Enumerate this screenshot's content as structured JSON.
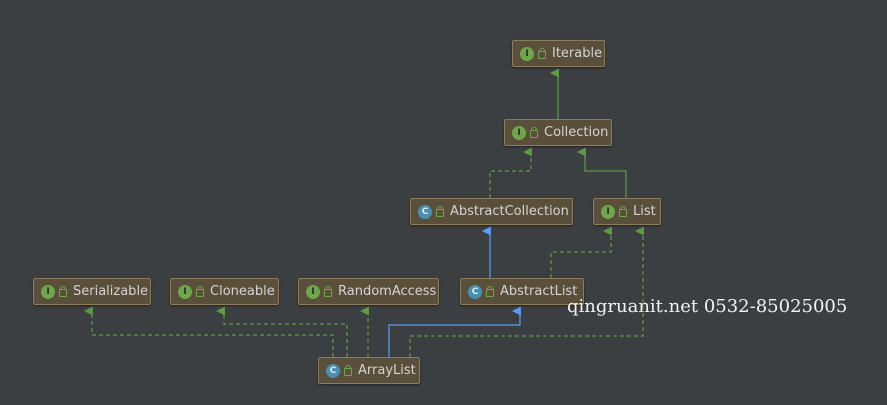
{
  "nodes": {
    "iterable": {
      "kind_letter": "I",
      "label": "Iterable"
    },
    "collection": {
      "kind_letter": "I",
      "label": "Collection"
    },
    "abstract_collection": {
      "kind_letter": "C",
      "label": "AbstractCollection"
    },
    "list": {
      "kind_letter": "I",
      "label": "List"
    },
    "serializable": {
      "kind_letter": "I",
      "label": "Serializable"
    },
    "cloneable": {
      "kind_letter": "I",
      "label": "Cloneable"
    },
    "random_access": {
      "kind_letter": "I",
      "label": "RandomAccess"
    },
    "abstract_list": {
      "kind_letter": "C",
      "label": "AbstractList"
    },
    "array_list": {
      "kind_letter": "C",
      "label": "ArrayList"
    }
  },
  "edges": [
    {
      "from": "collection",
      "to": "iterable",
      "type": "extends"
    },
    {
      "from": "abstract_collection",
      "to": "collection",
      "type": "implements"
    },
    {
      "from": "list",
      "to": "collection",
      "type": "extends"
    },
    {
      "from": "abstract_list",
      "to": "abstract_collection",
      "type": "extends-class"
    },
    {
      "from": "abstract_list",
      "to": "list",
      "type": "implements"
    },
    {
      "from": "array_list",
      "to": "abstract_list",
      "type": "extends-class"
    },
    {
      "from": "array_list",
      "to": "list",
      "type": "implements"
    },
    {
      "from": "array_list",
      "to": "serializable",
      "type": "implements"
    },
    {
      "from": "array_list",
      "to": "cloneable",
      "type": "implements"
    },
    {
      "from": "array_list",
      "to": "random_access",
      "type": "implements"
    }
  ],
  "colors": {
    "background": "#3c3f41",
    "implements_edge": "#5d9b45",
    "class_extends_edge": "#589df6",
    "node_fill": "#594f3a"
  },
  "watermark": "qingruanit.net 0532-85025005"
}
